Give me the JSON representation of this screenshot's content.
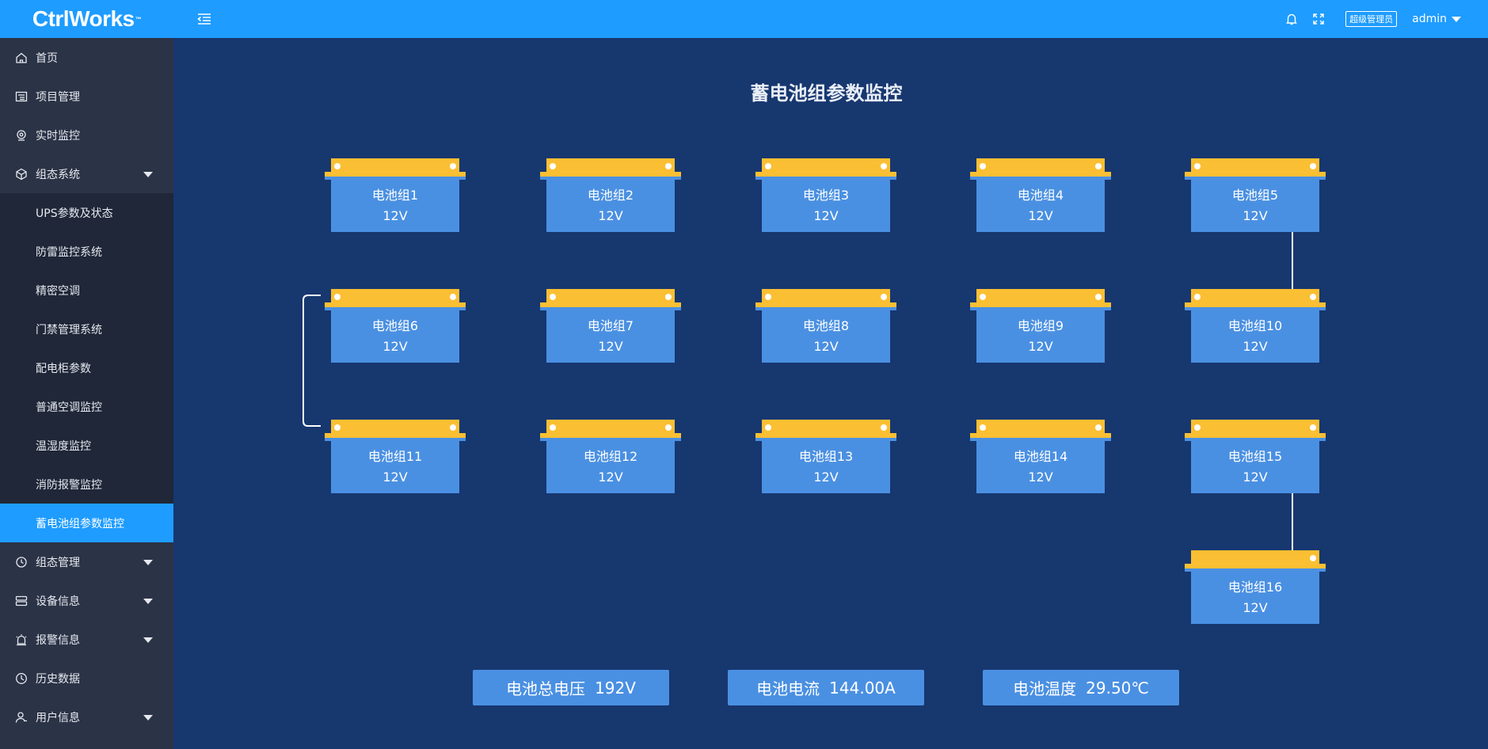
{
  "app": {
    "logo": "CtrlWorks",
    "logo_mark": "™"
  },
  "sidebar": {
    "items": [
      {
        "label": "首页",
        "icon": "home-icon"
      },
      {
        "label": "项目管理",
        "icon": "project-icon"
      },
      {
        "label": "实时监控",
        "icon": "monitor-icon"
      },
      {
        "label": "组态系统",
        "icon": "cube-icon",
        "expanded": true
      }
    ],
    "submenu": [
      {
        "label": "UPS参数及状态"
      },
      {
        "label": "防雷监控系统"
      },
      {
        "label": "精密空调"
      },
      {
        "label": "门禁管理系统"
      },
      {
        "label": "配电柜参数"
      },
      {
        "label": "普通空调监控"
      },
      {
        "label": "温湿度监控"
      },
      {
        "label": "消防报警监控"
      },
      {
        "label": "蓄电池组参数监控",
        "active": true
      }
    ],
    "bottom_items": [
      {
        "label": "组态管理",
        "icon": "config-icon"
      },
      {
        "label": "设备信息",
        "icon": "device-icon"
      },
      {
        "label": "报警信息",
        "icon": "alarm-icon"
      },
      {
        "label": "历史数据",
        "icon": "clock-icon"
      },
      {
        "label": "用户信息",
        "icon": "user-icon"
      }
    ]
  },
  "header": {
    "role": "超级管理员",
    "user": "admin"
  },
  "page": {
    "title": "蓄电池组参数监控"
  },
  "batteries": [
    {
      "name": "电池组1",
      "voltage": "12V"
    },
    {
      "name": "电池组2",
      "voltage": "12V"
    },
    {
      "name": "电池组3",
      "voltage": "12V"
    },
    {
      "name": "电池组4",
      "voltage": "12V"
    },
    {
      "name": "电池组5",
      "voltage": "12V"
    },
    {
      "name": "电池组6",
      "voltage": "12V"
    },
    {
      "name": "电池组7",
      "voltage": "12V"
    },
    {
      "name": "电池组8",
      "voltage": "12V"
    },
    {
      "name": "电池组9",
      "voltage": "12V"
    },
    {
      "name": "电池组10",
      "voltage": "12V"
    },
    {
      "name": "电池组11",
      "voltage": "12V"
    },
    {
      "name": "电池组12",
      "voltage": "12V"
    },
    {
      "name": "电池组13",
      "voltage": "12V"
    },
    {
      "name": "电池组14",
      "voltage": "12V"
    },
    {
      "name": "电池组15",
      "voltage": "12V"
    },
    {
      "name": "电池组16",
      "voltage": "12V"
    }
  ],
  "stats": {
    "total_voltage": {
      "label": "电池总电压",
      "value": "192V"
    },
    "current": {
      "label": "电池电流",
      "value": "144.00A"
    },
    "temperature": {
      "label": "电池温度",
      "value": "29.50℃"
    }
  },
  "colors": {
    "primary": "#1e9cff",
    "background": "#17376f",
    "battery_cap": "#fbbf33",
    "battery_body": "#4a90e2",
    "sidebar": "#2b3346"
  }
}
